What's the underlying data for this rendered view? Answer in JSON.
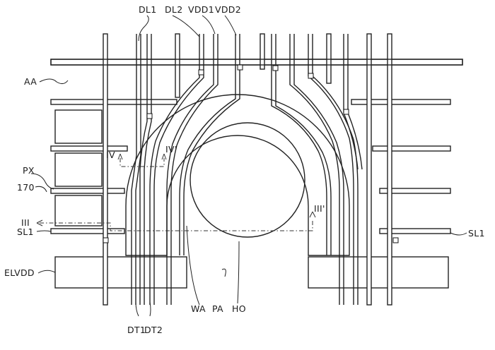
{
  "diagram": {
    "labels": {
      "dl1": "DL1",
      "dl2": "DL2",
      "vdd1": "VDD1",
      "vdd2": "VDD2",
      "aa": "AA",
      "px": "PX",
      "n170": "170",
      "iii_left": "III",
      "sl1_left": "SL1",
      "elvdd": "ELVDD",
      "iv_left": "IV",
      "iv_right": "IV'",
      "iii_right": "III'",
      "sl1_right": "SL1",
      "dt1": "DT1",
      "dt2": "DT2",
      "wa": "WA",
      "pa": "PA",
      "ho": "HO"
    },
    "colors": {
      "line": "#222222",
      "background": "#ffffff"
    }
  }
}
